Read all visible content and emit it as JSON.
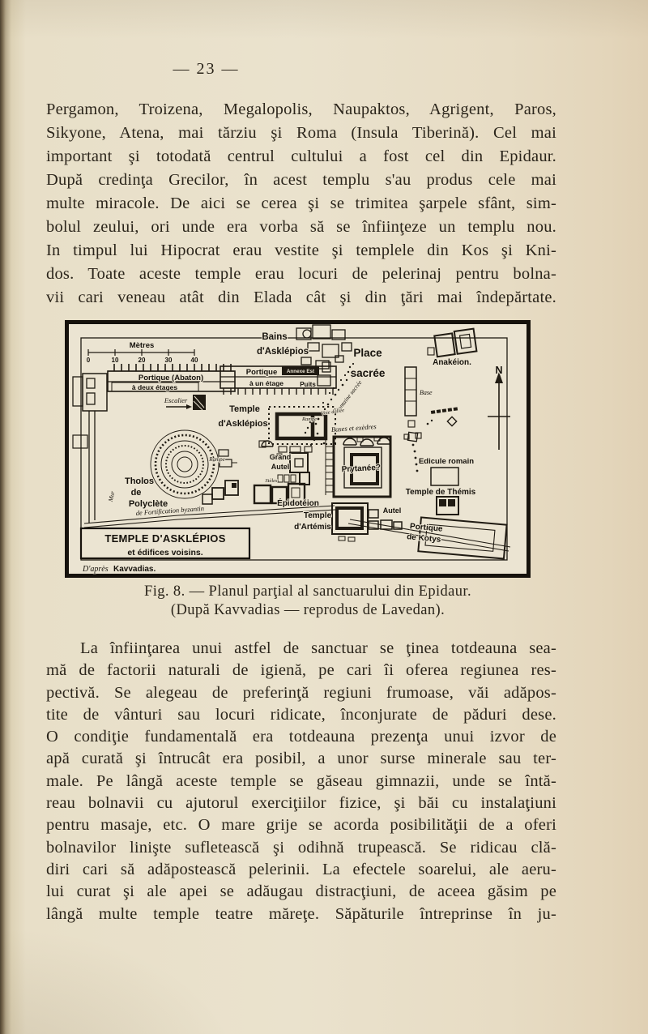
{
  "colors": {
    "paper": "#e8dfc8",
    "map_paper": "#ebe4d2",
    "ink_text": "#2b251b",
    "ink_map": "#201b13"
  },
  "page": {
    "number": "— 23 —",
    "body": {
      "p1": [
        "Pergamon, Troizena, Megalopolis, Naupaktos, Agrigent, Paros,",
        "Sikyone, Atena, mai tărziu şi Roma (Insula Tiberină). Cel mai",
        "important şi totodată centrul cultului a fost cel din Epidaur.",
        "După credinţa Grecilor, în acest templu s'au produs cele mai",
        "multe miracole. De aici se cerea şi se trimitea şarpele sfânt, sim-",
        "bolul zeului, ori unde era vorba să se înfiinţeze un templu nou.",
        "In timpul lui Hipocrat erau vestite şi templele din Kos şi Kni-",
        "dos. Toate aceste temple erau locuri de pelerinaj pentru bolna-",
        "vii cari veneau atât din Elada cât şi din ţări mai îndepărtate."
      ],
      "p2": [
        "La înfiinţarea unui astfel de sanctuar se ţinea totdeauna sea-",
        "mă de factorii naturali de igienă, pe cari îi oferea regiunea res-",
        "pectivă. Se alegeau de preferinţă regiuni frumoase, văi adăpos-",
        "tite de vânturi sau locuri ridicate, înconjurate de păduri dese.",
        "O condiţie fundamentală era totdeauna prezenţa unui izvor de",
        "apă curată şi întrucât era posibil, a unor surse minerale sau ter-",
        "male. Pe lângă aceste temple se găseau gimnazii, unde se întă-",
        "reau bolnavii cu ajutorul exerciţiilor fizice, şi băi cu instalaţiuni",
        "pentru masaje, etc. O mare grije se acorda posibilităţii de a oferi",
        "bolnavilor linişte sufletească şi odihnă trupească. Se ridicau clă-",
        "diri cari să adăpostească pelerinii. La efectele soarelui, ale aeru-",
        "lui curat şi ale apei se adăugau distracţiuni, de aceea găsim pe",
        "lângă multe temple teatre măreţe. Săpăturile întreprinse în ju-"
      ]
    },
    "figure": {
      "caption": [
        "Fig. 8. — Planul parţial al sanctuarului din Epidaur.",
        "(După Kavvadias — reprodus de Lavedan)."
      ],
      "map": {
        "scale_title": "Mètres",
        "scale_ticks": [
          "0",
          "10",
          "20",
          "30",
          "40"
        ],
        "labels": {
          "portique_abaton": "Portique (Abaton)",
          "deux_etages": "à deux étages",
          "portique2": "Portique",
          "un_etage": "à un étage",
          "puits": "Puits",
          "escalier": "Escalier",
          "bains1": "Bains",
          "bains2": "d'Asklépios",
          "annexe": "Annexe Est",
          "place1": "Place",
          "place2": "sacrée",
          "anakeion": "Anakéion.",
          "north": "N",
          "base": "Base",
          "temple1": "Temple",
          "temple1b": "d'Asklépios",
          "fontaine": "Fontaine sacrée",
          "voie": "Voie dallée",
          "rampe1": "Rampe",
          "rampe2": "Rampe",
          "bases_exedres": "Bases et exèdres",
          "grand": "Grand",
          "autel1": "Autel",
          "steles": "Stèles",
          "prytanee": "Prytanée?",
          "tholos1": "Tholos",
          "tholos2": "de",
          "tholos3": "Polyclète",
          "mur": "Mur",
          "fortification": "de Fortification byzantin",
          "edicule": "Edicule romain",
          "temple_themis": "Temple de Thémis",
          "epidoteion": "Épidotéion",
          "temple2": "Temple",
          "temple2b": "d'Artémis",
          "autel2": "Autel",
          "kotys1": "Portique",
          "kotys2": "de Kotys",
          "title1": "TEMPLE D'ASKLÉPIOS",
          "title2": "et édifices voisins.",
          "credit1": "D'après",
          "credit2": "Kavvadias."
        }
      }
    }
  }
}
